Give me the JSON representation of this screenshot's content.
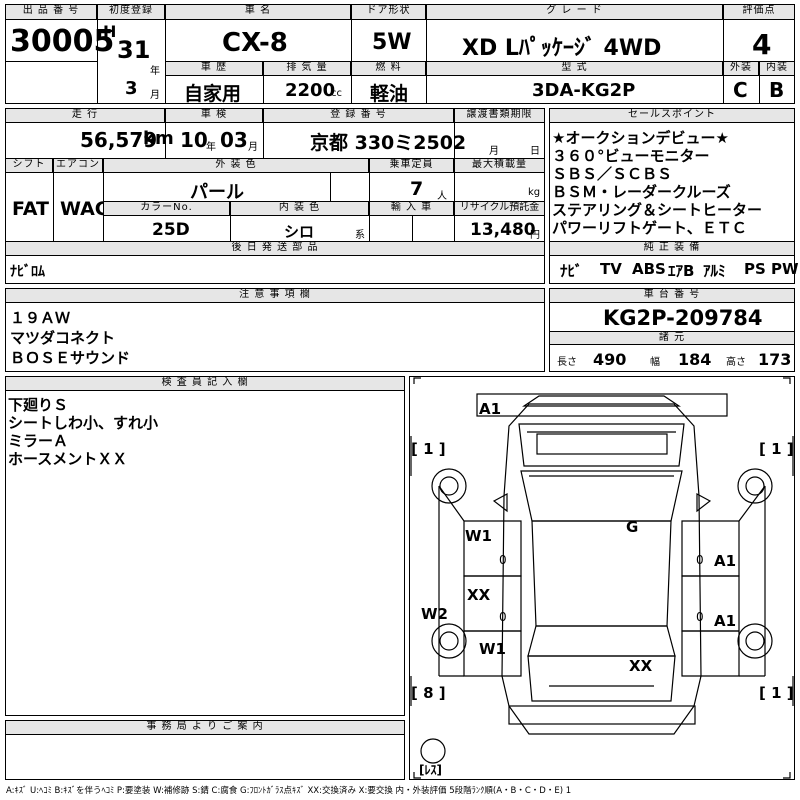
{
  "row1": {
    "lot_label": "出 品 番 号",
    "lot_no": "30005",
    "first_reg_label": "初度登録",
    "era": "H",
    "year": "31",
    "year_unit": "年",
    "month": "3",
    "month_unit": "月",
    "car_name_label": "車 名",
    "car_name": "CX-8",
    "door_label": "ドア形状",
    "door": "5W",
    "grade_label": "グ レ ー ド",
    "grade": "XD Lﾊﾟｯｹｰｼﾞ 4WD",
    "score_label": "評価点",
    "score": "4",
    "history_label": "車 歴",
    "history": "自家用",
    "displacement_label": "排 気 量",
    "displacement": "2200",
    "displacement_unit": "cc",
    "fuel_label": "燃 料",
    "fuel": "軽油",
    "model_label": "型 式",
    "model": "3DA-KG2P",
    "ext_label": "外装",
    "ext": "C",
    "int_label": "内装",
    "int": "B"
  },
  "row2": {
    "mileage_label": "走 行",
    "mileage": "56,579",
    "mileage_unit": "km",
    "inspection_label": "車 検",
    "insp_year": "10",
    "insp_year_unit": "年",
    "insp_month": "03",
    "insp_month_unit": "月",
    "plate_label": "登 録 番 号",
    "plate": "京都 330ミ2502",
    "transfer_label": "譲渡書類期限",
    "transfer_month": "月",
    "transfer_day": "日",
    "shift_label": "シフト",
    "shift": "FAT",
    "ac_label": "エアコン",
    "ac": "WAC",
    "ext_color_label": "外 装 色",
    "ext_color": "パール",
    "capacity_label": "乗車定員",
    "capacity": "7",
    "capacity_unit": "人",
    "load_label": "最大積載量",
    "load_unit": "kg",
    "color_no_label": "カラーNo.",
    "color_no": "25D",
    "int_color_label": "内 装 色",
    "int_color": "シロ",
    "int_color_unit": "系",
    "import_label": "輸 入 車",
    "recycle_label": "リサイクル預託金",
    "recycle": "13,480",
    "recycle_unit": "円",
    "later_parts_label": "後 日 発 送 部 品",
    "later_parts": "ﾅﾋﾞﾛﾑ"
  },
  "sales_points": {
    "label": "セールスポイント",
    "items": [
      "★オークションデビュー★",
      "３６０°ビューモニター",
      "ＳＢＳ／ＳＣＢＳ",
      "ＢＳＭ・レーダークルーズ",
      "ステアリング＆シートヒーター",
      "パワーリフトゲート、ＥＴＣ"
    ]
  },
  "equipment": {
    "label": "純 正 装 備",
    "items": [
      "ﾅﾋﾞ",
      "TV",
      "ABS",
      "ｴｱB",
      "ｱﾙﾐ",
      "PS",
      "PW"
    ]
  },
  "notes": {
    "label": "注 意 事 項 欄",
    "items": [
      "１９ＡＷ",
      "マツダコネクト",
      "ＢＯＳＥサウンド"
    ]
  },
  "chassis": {
    "label": "車 台 番 号",
    "value": "KG2P-209784"
  },
  "specs": {
    "label": "諸 元",
    "length_label": "長さ",
    "length": "490",
    "width_label": "幅",
    "width": "184",
    "height_label": "高さ",
    "height": "173"
  },
  "inspector": {
    "label": "検 査 員 記 入 欄",
    "items": [
      "下廻りＳ",
      "シートしわ小、すれ小",
      "ミラーＡ",
      "ホースメントＸＸ"
    ]
  },
  "office": {
    "label": "事 務 局 よ り ご 案 内"
  },
  "diagram": {
    "marks": {
      "a1_top": "A1",
      "tire_lf": "[ 1 ]",
      "tire_rf": "[ 1 ]",
      "g": "G",
      "w1_upper": "W1",
      "zero_1": "0",
      "a1_right_upper": "A1",
      "zero_2": "0",
      "xx_left": "XX",
      "zero_3": "0",
      "w2": "W2",
      "a1_right_lower": "A1",
      "zero_4": "0",
      "w1_lower": "W1",
      "xx_rear": "XX",
      "tire_lr": "[ 8 ]",
      "tire_rr": "[ 1 ]",
      "spare": "[ﾚｽ]"
    }
  },
  "legend": "A:ｷｽﾞ U:ﾍｺﾐ B:ｷｽﾞを伴うﾍｺﾐ P:要塗装 W:補修跡 S:錆 C:腐食 G:ﾌﾛﾝﾄｶﾞﾗｽ点ｷｽﾞ XX:交換済み X:要交換 内・外装評価 5段階ﾗﾝｸ順(A・B・C・D・E) 1"
}
